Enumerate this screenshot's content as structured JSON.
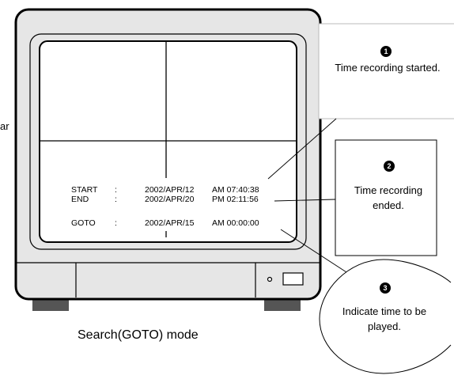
{
  "osd": {
    "rows": [
      {
        "label": "START",
        "sep": ":",
        "date": "2002/APR/12",
        "time": "AM 07:40:38"
      },
      {
        "label": "END",
        "sep": ":",
        "date": "2002/APR/20",
        "time": "PM 02:11:56"
      },
      {
        "label": "GOTO",
        "sep": ":",
        "date": "2002/APR/15",
        "time": "AM 00:00:00"
      }
    ]
  },
  "callouts": [
    {
      "number": "1",
      "text": "Time recording started."
    },
    {
      "number": "2",
      "text": "Time recording ended."
    },
    {
      "number": "3",
      "text": "Indicate time to be played."
    }
  ],
  "caption": "Search(GOTO) mode",
  "stray_text": "ar"
}
